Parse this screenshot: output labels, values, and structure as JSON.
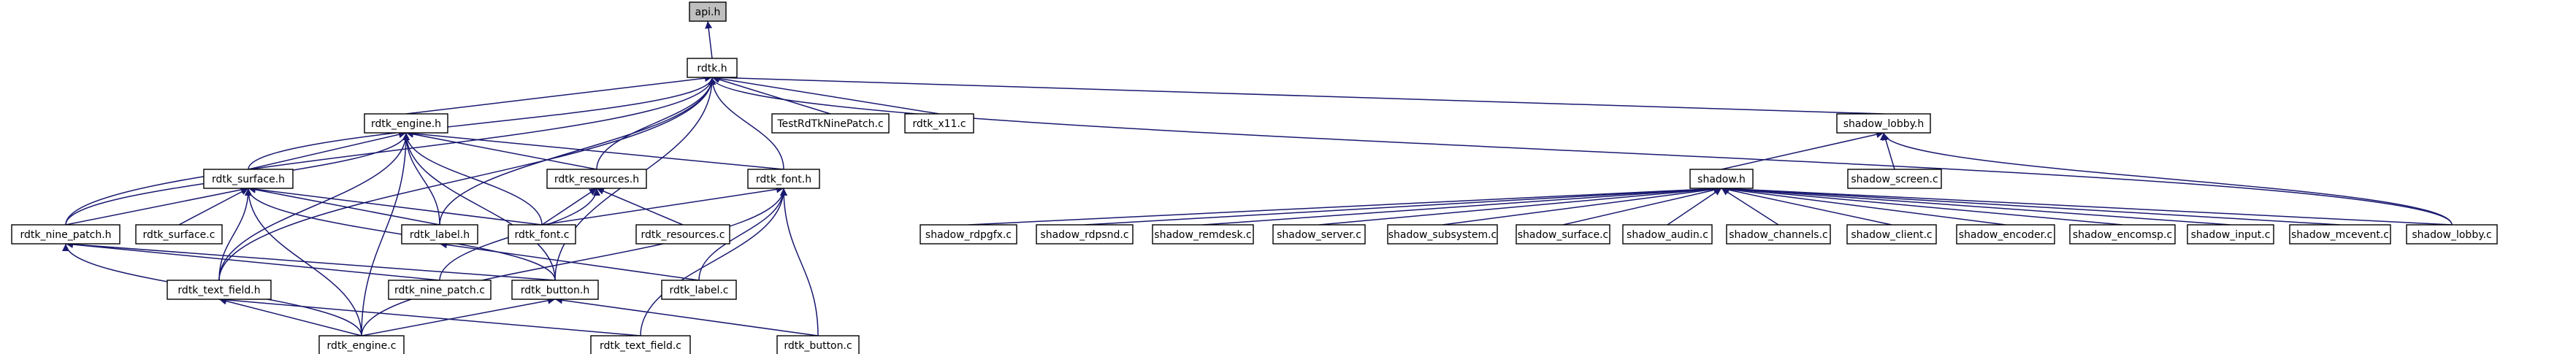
{
  "colors": {
    "root_fill": "#bfbfbf",
    "node_fill": "#ffffff",
    "node_stroke": "#000000",
    "edge": "#191970"
  },
  "nodes": [
    {
      "id": "api_h",
      "label": "api.h",
      "root": true
    },
    {
      "id": "rdtk_h",
      "label": "rdtk.h"
    },
    {
      "id": "rdtk_engine_h",
      "label": "rdtk_engine.h"
    },
    {
      "id": "testrdtk",
      "label": "TestRdTkNinePatch.c"
    },
    {
      "id": "rdtk_x11_c",
      "label": "rdtk_x11.c"
    },
    {
      "id": "shadow_lobby_h",
      "label": "shadow_lobby.h"
    },
    {
      "id": "rdtk_surface_h",
      "label": "rdtk_surface.h"
    },
    {
      "id": "rdtk_resources_h",
      "label": "rdtk_resources.h"
    },
    {
      "id": "rdtk_font_h",
      "label": "rdtk_font.h"
    },
    {
      "id": "shadow_screen_c",
      "label": "shadow_screen.c"
    },
    {
      "id": "shadow_h",
      "label": "shadow.h"
    },
    {
      "id": "rdtk_nine_patch_h",
      "label": "rdtk_nine_patch.h"
    },
    {
      "id": "rdtk_surface_c",
      "label": "rdtk_surface.c"
    },
    {
      "id": "rdtk_label_h",
      "label": "rdtk_label.h"
    },
    {
      "id": "rdtk_font_c",
      "label": "rdtk_font.c"
    },
    {
      "id": "rdtk_resources_c",
      "label": "rdtk_resources.c"
    },
    {
      "id": "shadow_rdpgfx_c",
      "label": "shadow_rdpgfx.c"
    },
    {
      "id": "shadow_rdpsnd_c",
      "label": "shadow_rdpsnd.c"
    },
    {
      "id": "shadow_remdesk_c",
      "label": "shadow_remdesk.c"
    },
    {
      "id": "shadow_server_c",
      "label": "shadow_server.c"
    },
    {
      "id": "shadow_subsystem_c",
      "label": "shadow_subsystem.c"
    },
    {
      "id": "shadow_surface_c",
      "label": "shadow_surface.c"
    },
    {
      "id": "shadow_audin_c",
      "label": "shadow_audin.c"
    },
    {
      "id": "shadow_channels_c",
      "label": "shadow_channels.c"
    },
    {
      "id": "shadow_client_c",
      "label": "shadow_client.c"
    },
    {
      "id": "shadow_encoder_c",
      "label": "shadow_encoder.c"
    },
    {
      "id": "shadow_encomsp_c",
      "label": "shadow_encomsp.c"
    },
    {
      "id": "shadow_input_c",
      "label": "shadow_input.c"
    },
    {
      "id": "shadow_mcevent_c",
      "label": "shadow_mcevent.c"
    },
    {
      "id": "shadow_lobby_c",
      "label": "shadow_lobby.c"
    },
    {
      "id": "rdtk_text_field_h",
      "label": "rdtk_text_field.h"
    },
    {
      "id": "rdtk_nine_patch_c",
      "label": "rdtk_nine_patch.c"
    },
    {
      "id": "rdtk_button_h",
      "label": "rdtk_button.h"
    },
    {
      "id": "rdtk_label_c",
      "label": "rdtk_label.c"
    },
    {
      "id": "rdtk_engine_c",
      "label": "rdtk_engine.c"
    },
    {
      "id": "rdtk_text_field_c",
      "label": "rdtk_text_field.c"
    },
    {
      "id": "rdtk_button_c",
      "label": "rdtk_button.c"
    }
  ],
  "edges": [
    [
      "api_h",
      "rdtk_h"
    ],
    [
      "rdtk_h",
      "rdtk_engine_h"
    ],
    [
      "rdtk_h",
      "testrdtk"
    ],
    [
      "rdtk_h",
      "rdtk_x11_c"
    ],
    [
      "rdtk_h",
      "shadow_lobby_h"
    ],
    [
      "rdtk_h",
      "rdtk_surface_h"
    ],
    [
      "rdtk_h",
      "rdtk_resources_h"
    ],
    [
      "rdtk_h",
      "rdtk_font_h"
    ],
    [
      "rdtk_h",
      "rdtk_nine_patch_h"
    ],
    [
      "rdtk_h",
      "rdtk_label_h"
    ],
    [
      "rdtk_h",
      "rdtk_button_h"
    ],
    [
      "rdtk_h",
      "rdtk_text_field_h"
    ],
    [
      "rdtk_h",
      "shadow_lobby_c"
    ],
    [
      "rdtk_engine_h",
      "rdtk_surface_h"
    ],
    [
      "rdtk_engine_h",
      "rdtk_resources_h"
    ],
    [
      "rdtk_engine_h",
      "rdtk_font_h"
    ],
    [
      "rdtk_engine_h",
      "rdtk_nine_patch_h"
    ],
    [
      "rdtk_engine_h",
      "rdtk_label_h"
    ],
    [
      "rdtk_engine_h",
      "rdtk_font_c"
    ],
    [
      "rdtk_engine_h",
      "rdtk_text_field_h"
    ],
    [
      "rdtk_engine_h",
      "rdtk_button_h"
    ],
    [
      "rdtk_engine_h",
      "rdtk_engine_c"
    ],
    [
      "rdtk_surface_h",
      "rdtk_nine_patch_h"
    ],
    [
      "rdtk_surface_h",
      "rdtk_surface_c"
    ],
    [
      "rdtk_surface_h",
      "rdtk_label_h"
    ],
    [
      "rdtk_surface_h",
      "rdtk_font_c"
    ],
    [
      "rdtk_surface_h",
      "rdtk_text_field_h"
    ],
    [
      "rdtk_surface_h",
      "rdtk_button_h"
    ],
    [
      "rdtk_surface_h",
      "rdtk_engine_c"
    ],
    [
      "rdtk_resources_h",
      "rdtk_font_c"
    ],
    [
      "rdtk_resources_h",
      "rdtk_resources_c"
    ],
    [
      "rdtk_resources_h",
      "rdtk_nine_patch_c"
    ],
    [
      "rdtk_font_h",
      "rdtk_font_c"
    ],
    [
      "rdtk_font_h",
      "rdtk_label_c"
    ],
    [
      "rdtk_font_h",
      "rdtk_button_c"
    ],
    [
      "rdtk_font_h",
      "rdtk_text_field_c"
    ],
    [
      "rdtk_font_h",
      "rdtk_engine_c"
    ],
    [
      "rdtk_nine_patch_h",
      "rdtk_nine_patch_c"
    ],
    [
      "rdtk_nine_patch_h",
      "rdtk_button_h"
    ],
    [
      "rdtk_nine_patch_h",
      "rdtk_engine_c"
    ],
    [
      "rdtk_label_h",
      "rdtk_label_c"
    ],
    [
      "rdtk_text_field_h",
      "rdtk_text_field_c"
    ],
    [
      "rdtk_text_field_h",
      "rdtk_engine_c"
    ],
    [
      "rdtk_button_h",
      "rdtk_button_c"
    ],
    [
      "rdtk_button_h",
      "rdtk_engine_c"
    ],
    [
      "shadow_lobby_h",
      "shadow_screen_c"
    ],
    [
      "shadow_lobby_h",
      "shadow_h"
    ],
    [
      "shadow_lobby_h",
      "shadow_lobby_c"
    ],
    [
      "shadow_h",
      "shadow_rdpgfx_c"
    ],
    [
      "shadow_h",
      "shadow_rdpsnd_c"
    ],
    [
      "shadow_h",
      "shadow_remdesk_c"
    ],
    [
      "shadow_h",
      "shadow_server_c"
    ],
    [
      "shadow_h",
      "shadow_subsystem_c"
    ],
    [
      "shadow_h",
      "shadow_surface_c"
    ],
    [
      "shadow_h",
      "shadow_audin_c"
    ],
    [
      "shadow_h",
      "shadow_channels_c"
    ],
    [
      "shadow_h",
      "shadow_client_c"
    ],
    [
      "shadow_h",
      "shadow_encoder_c"
    ],
    [
      "shadow_h",
      "shadow_encomsp_c"
    ],
    [
      "shadow_h",
      "shadow_input_c"
    ],
    [
      "shadow_h",
      "shadow_mcevent_c"
    ],
    [
      "shadow_h",
      "shadow_lobby_c"
    ]
  ]
}
